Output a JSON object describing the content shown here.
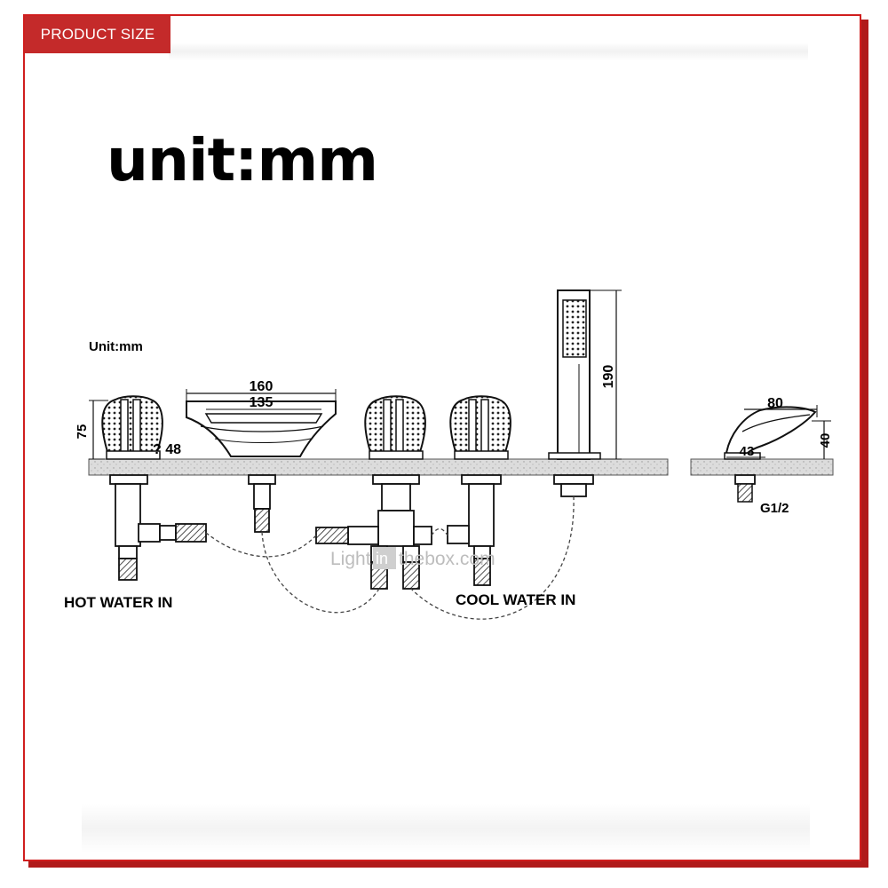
{
  "badge": {
    "label": "PRODUCT SIZE"
  },
  "title": "unit:mm",
  "diagram": {
    "unit_note": "Unit:mm",
    "dim_160": "160",
    "dim_135": "135",
    "dim_75": "75",
    "dim_48": "? 48",
    "dim_190": "190",
    "dim_80": "80",
    "dim_43": "43",
    "dim_40": "40",
    "thread": "G1/2",
    "hot_label": "HOT WATER IN",
    "cool_label": "COOL WATER IN"
  },
  "watermark": {
    "left": "Light",
    "box": "in",
    "right": "thebox.com"
  },
  "colors": {
    "frame": "#d01e1e",
    "badge": "#c42a2a",
    "deck": "#d8d8d8"
  }
}
